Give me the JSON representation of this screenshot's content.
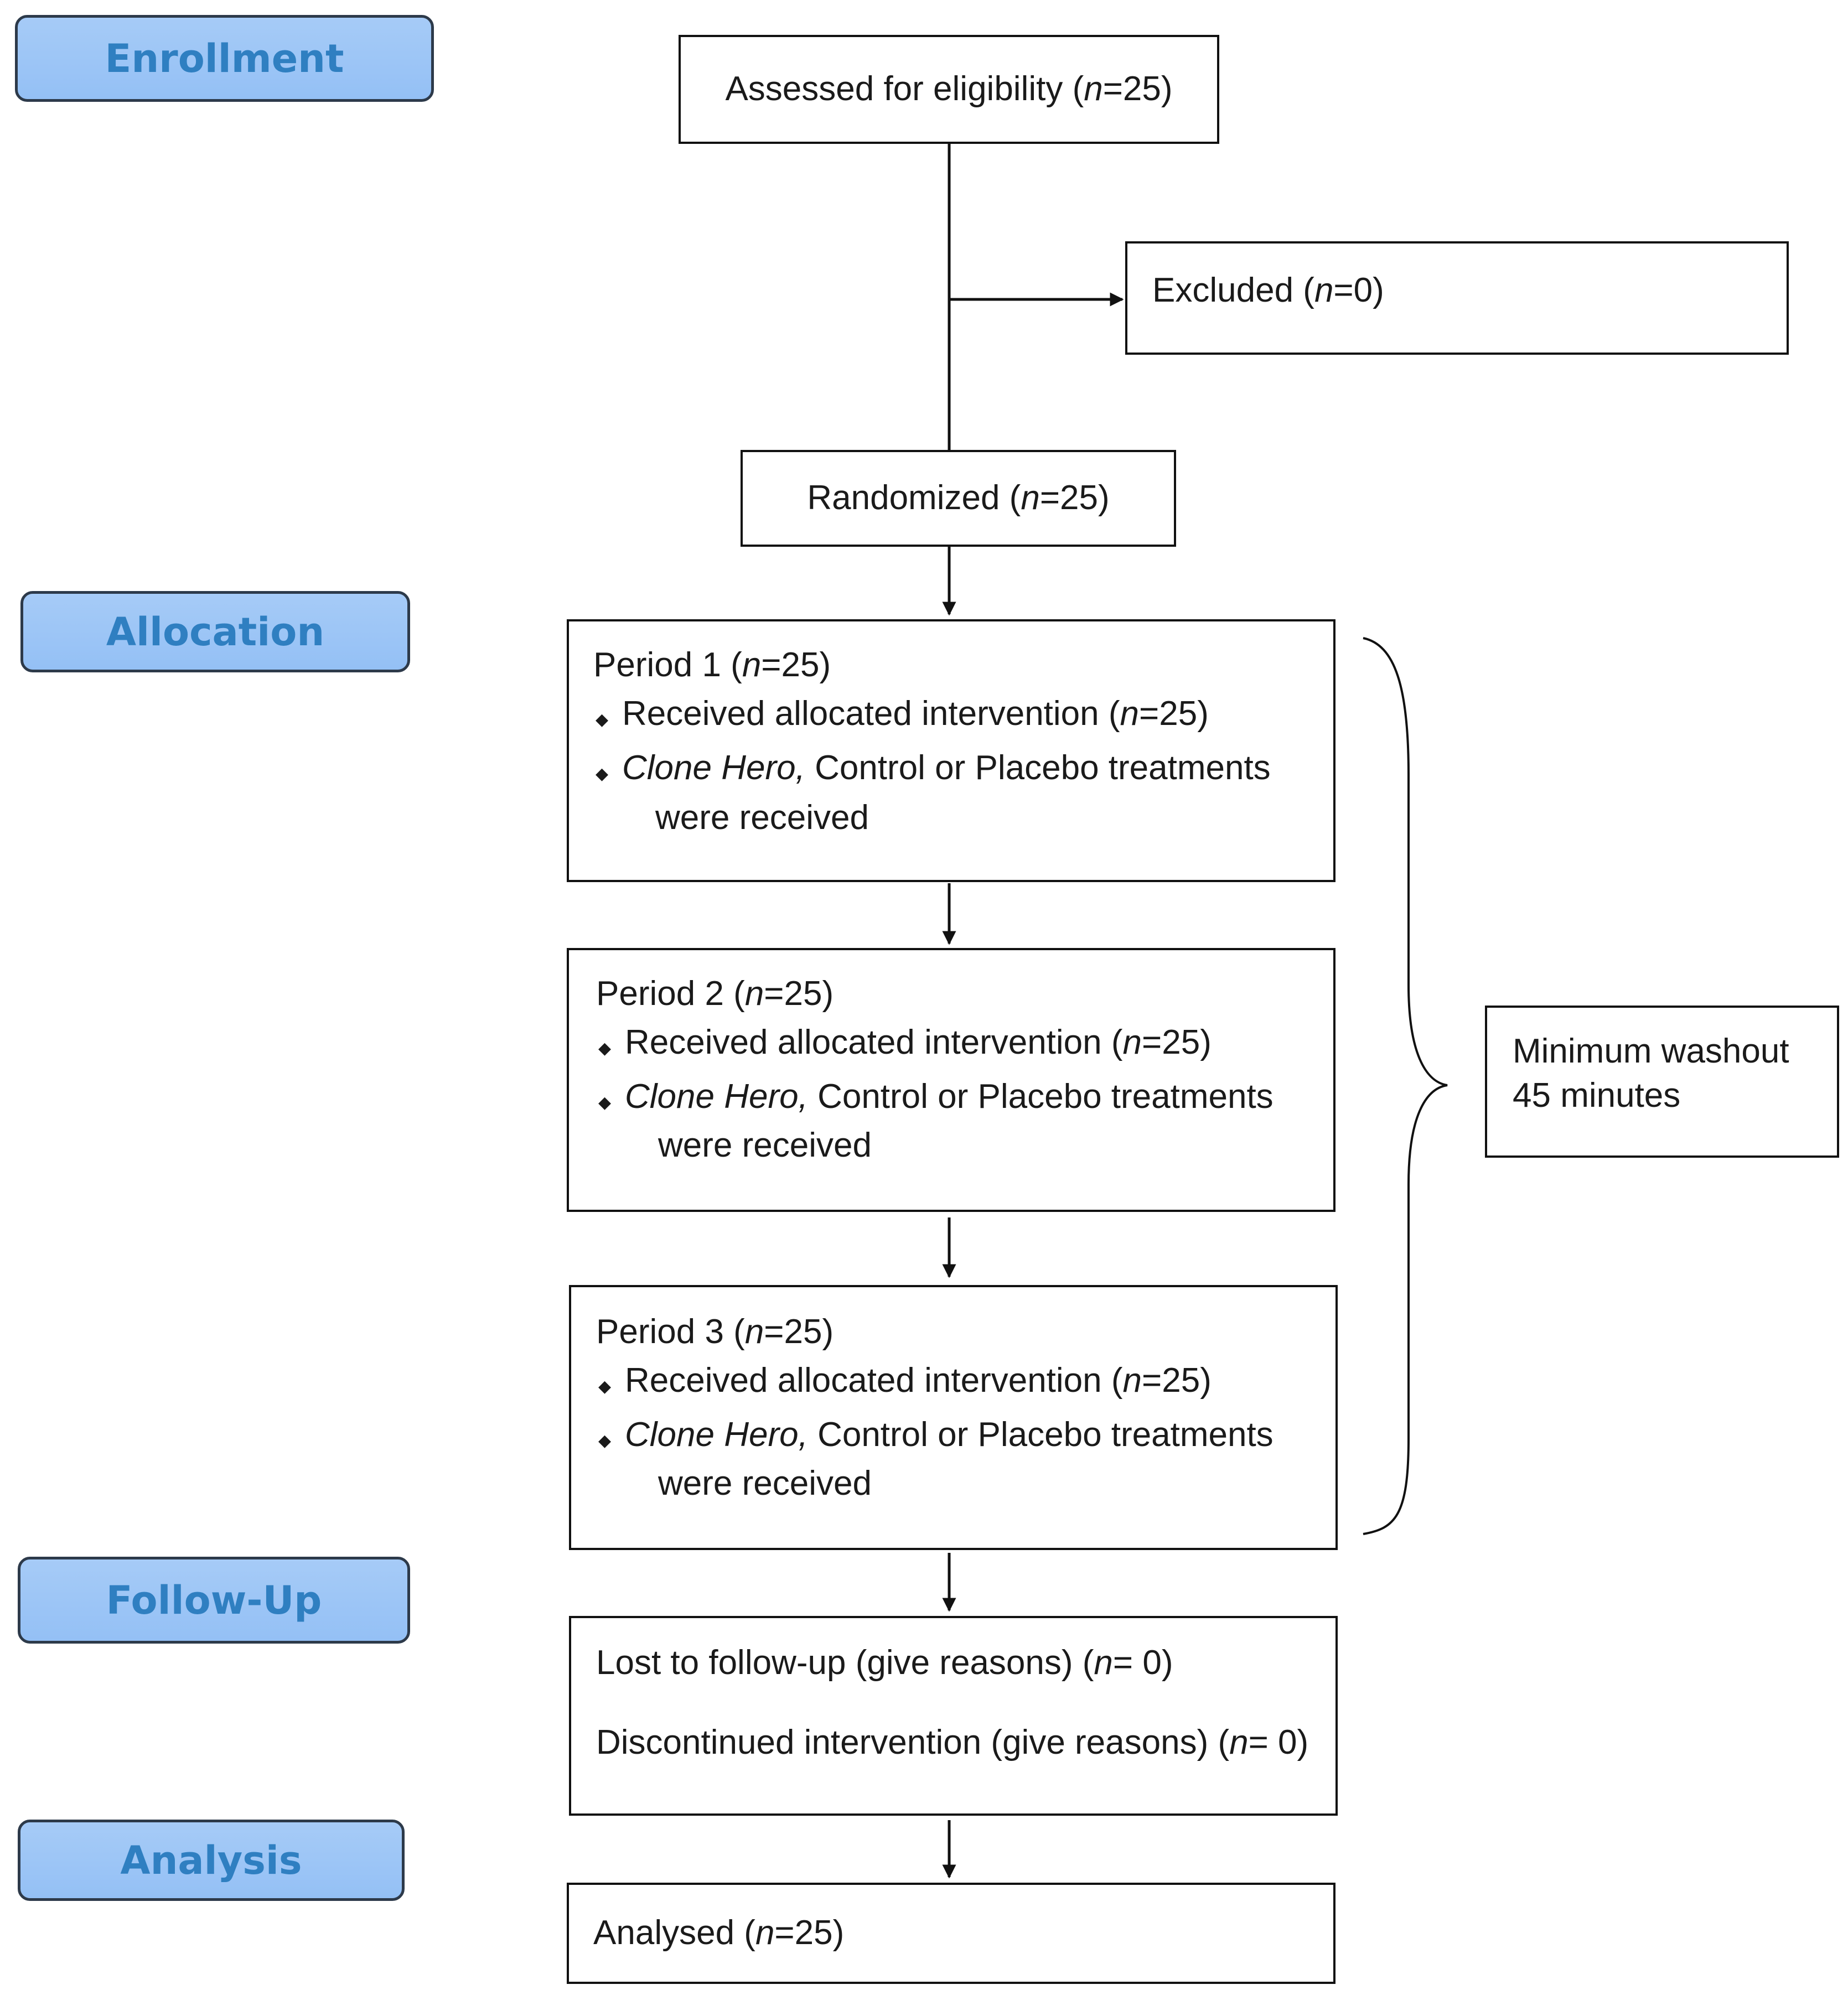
{
  "stages": {
    "enrollment": "Enrollment",
    "allocation": "Allocation",
    "follow_up": "Follow-Up",
    "analysis": "Analysis"
  },
  "n_symbol": "n",
  "assessed": {
    "label": "Assessed for eligibility",
    "n": "=25"
  },
  "excluded": {
    "label": "Excluded",
    "n": "=0"
  },
  "randomized": {
    "label": "Randomized",
    "n": "=25"
  },
  "periods": [
    {
      "title": "Period 1",
      "n": "=25",
      "received_label": "Received allocated intervention",
      "received_n": "=25",
      "treatment_italic": "Clone Hero,",
      "treatment_rest": "Control or Placebo treatments",
      "treatment_line2": "were received"
    },
    {
      "title": "Period 2",
      "n": "=25",
      "received_label": "Received allocated intervention",
      "received_n": "=25",
      "treatment_italic": "Clone Hero,",
      "treatment_rest": "Control or Placebo treatments",
      "treatment_line2": "were received"
    },
    {
      "title": "Period 3",
      "n": "=25",
      "received_label": "Received allocated intervention",
      "received_n": "=25",
      "treatment_italic": "Clone Hero,",
      "treatment_rest": "Control or Placebo treatments",
      "treatment_line2": "were received"
    }
  ],
  "washout": {
    "line1": "Minimum washout",
    "line2": "45 minutes"
  },
  "follow_up": {
    "lost_label": "Lost to follow-up (give reasons)",
    "lost_n": "= 0",
    "discontinued_label": "Discontinued intervention (give reasons)",
    "discontinued_n": "= 0"
  },
  "analysed": {
    "label": "Analysed",
    "n": "=25"
  },
  "bullet_glyph": "◆",
  "colors": {
    "stage_fill": "#9fc7f6",
    "stage_text": "#2f7fc1",
    "stage_border": "#2d3a4a",
    "line": "#111111"
  }
}
